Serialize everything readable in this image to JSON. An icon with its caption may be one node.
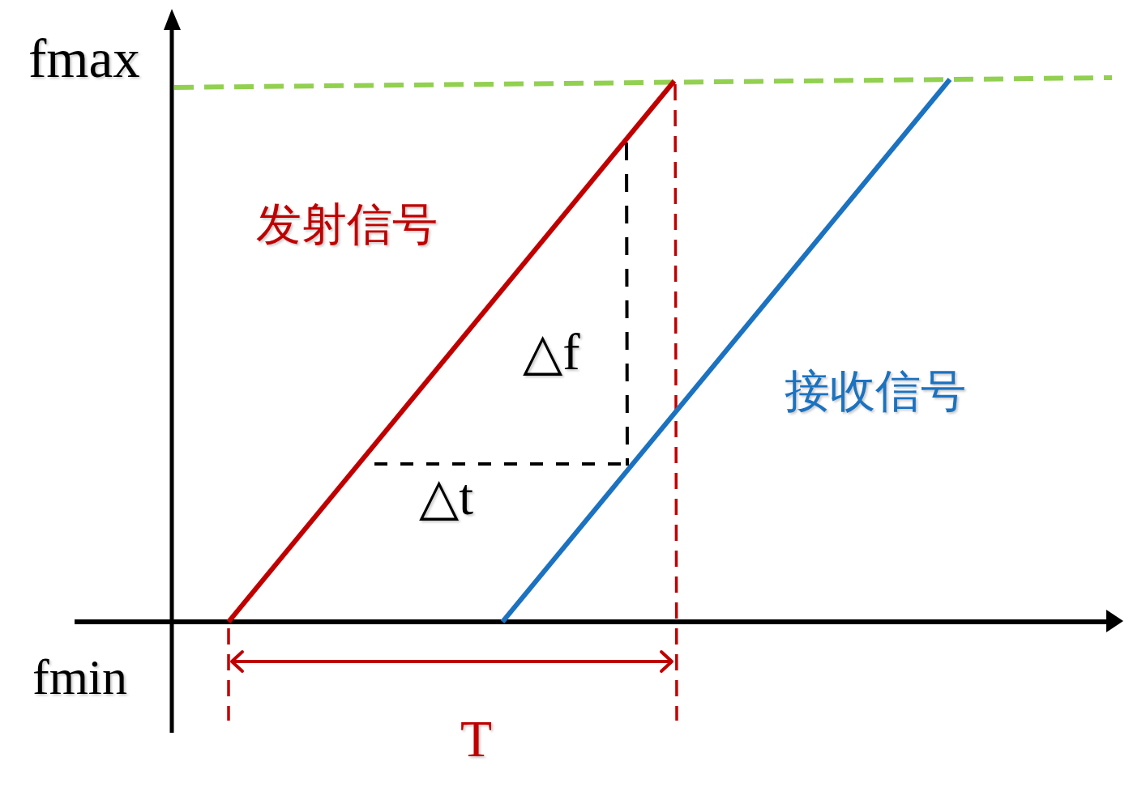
{
  "diagram": {
    "labels": [
      "fmax",
      "发射信号",
      "△f",
      "接收信号",
      "△t",
      "fmin",
      "T"
    ]
  }
}
